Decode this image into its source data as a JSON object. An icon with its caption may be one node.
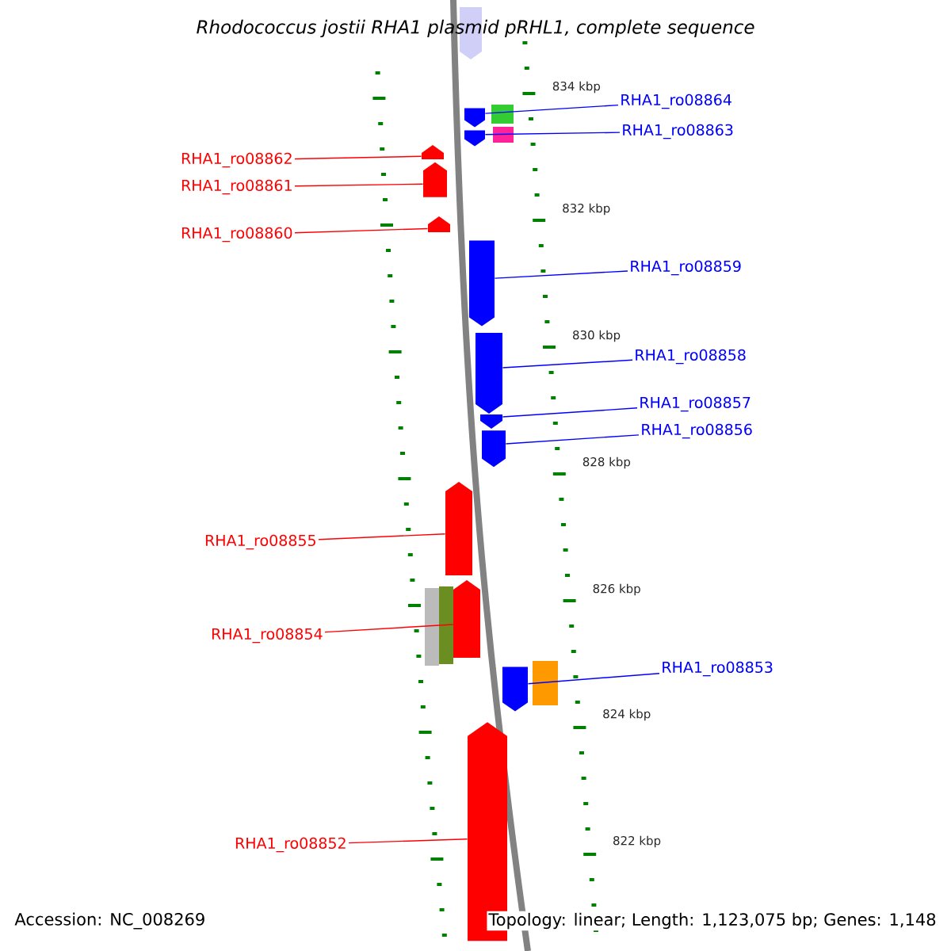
{
  "diagram": {
    "title": "Rhodococcus jostii RHA1 plasmid pRHL1, complete sequence",
    "nodes": [
      {
        "text": [],
        "shape": "arrow"
      },
      {
        "text": [],
        "shape": "arrow"
      },
      {
        "text": [],
        "shape": "box"
      },
      {
        "text": [],
        "shape": "arrow"
      },
      {
        "text": [],
        "shape": "box"
      },
      {
        "text": [],
        "shape": "arrow"
      },
      {
        "text": [],
        "shape": "arrow"
      },
      {
        "text": [],
        "shape": "arrow"
      },
      {
        "text": [],
        "shape": "arrow"
      },
      {
        "text": [],
        "shape": "arrow"
      },
      {
        "text": [],
        "shape": "arrow"
      },
      {
        "text": [],
        "shape": "arrow"
      },
      {
        "text": [],
        "shape": "arrow"
      },
      {
        "text": [],
        "shape": "box"
      },
      {
        "text": [],
        "shape": "box"
      },
      {
        "text": [],
        "shape": "arrow"
      },
      {
        "text": [],
        "shape": "arrow"
      },
      {
        "text": [],
        "shape": "box"
      },
      {
        "text": [],
        "shape": "arrow"
      },
      {
        "text": [
          "RHA1_ro08864"
        ]
      },
      {
        "text": [
          "RHA1_ro08863"
        ]
      },
      {
        "text": [
          "RHA1_ro08862"
        ]
      },
      {
        "text": [
          "RHA1_ro08861"
        ]
      },
      {
        "text": [
          "RHA1_ro08860"
        ]
      },
      {
        "text": [
          "RHA1_ro08859"
        ]
      },
      {
        "text": [
          "RHA1_ro08858"
        ]
      },
      {
        "text": [
          "RHA1_ro08857"
        ]
      },
      {
        "text": [
          "RHA1_ro08856"
        ]
      },
      {
        "text": [
          "RHA1_ro08855"
        ]
      },
      {
        "text": [
          "RHA1_ro08854"
        ]
      },
      {
        "text": [
          "RHA1_ro08853"
        ]
      },
      {
        "text": [
          "RHA1_ro08852"
        ]
      }
    ],
    "edges": [
      {
        "from": 19,
        "to": 1,
        "arrow": "none"
      },
      {
        "from": 20,
        "to": 3,
        "arrow": "none"
      },
      {
        "from": 21,
        "to": 5,
        "arrow": "none",
        "color": "#ff0000"
      },
      {
        "from": 22,
        "to": 6,
        "arrow": "none",
        "color": "#ff0000"
      },
      {
        "from": 23,
        "to": 7,
        "arrow": "none",
        "color": "#ff0000"
      },
      {
        "from": 24,
        "to": 8,
        "arrow": "none"
      },
      {
        "from": 25,
        "to": 9,
        "arrow": "none"
      },
      {
        "from": 26,
        "to": 10,
        "arrow": "none"
      },
      {
        "from": 27,
        "to": 11,
        "arrow": "none"
      },
      {
        "from": 28,
        "to": 12,
        "arrow": "none",
        "color": "#ff0000"
      },
      {
        "from": 29,
        "to": 15,
        "arrow": "none",
        "color": "#ff0000"
      },
      {
        "from": 30,
        "to": 16,
        "arrow": "none"
      },
      {
        "from": 31,
        "to": 18,
        "arrow": "none",
        "color": "#ff0000"
      }
    ],
    "labels": [
      "834 kbp",
      "832 kbp",
      "830 kbp",
      "828 kbp",
      "826 kbp",
      "824 kbp",
      "822 kbp",
      "Accession: NC_008269",
      "Topology: linear; Length: 1,123,075 bp; Genes: 1,148"
    ]
  }
}
